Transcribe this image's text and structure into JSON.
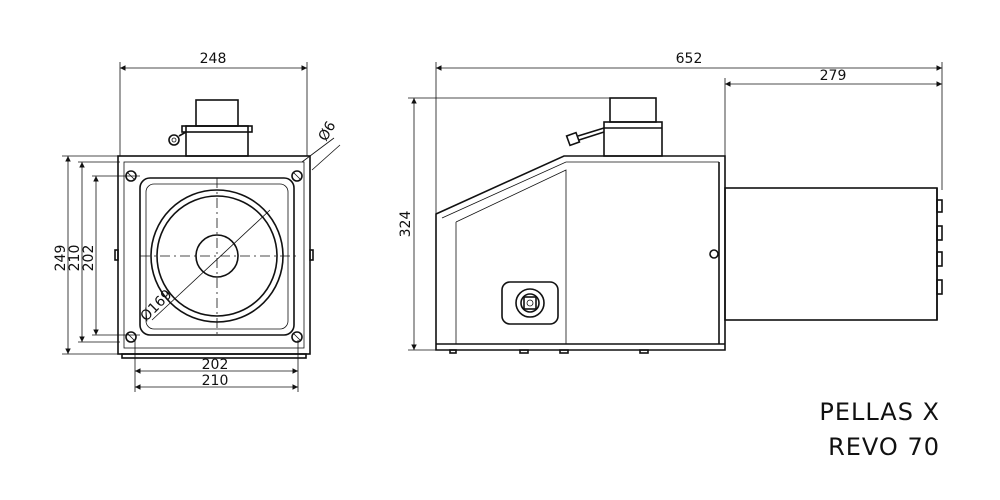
{
  "title": {
    "line1": "PELLAS X",
    "line2": "REVO 70"
  },
  "front_view": {
    "width_top": "248",
    "height_outer": "249",
    "height_mid": "210",
    "height_inner": "202",
    "bottom_inner": "202",
    "bottom_outer": "210",
    "diameter": "Ø169",
    "fitting": "Ø6"
  },
  "side_view": {
    "total_length": "652",
    "tube_length": "279",
    "height": "324"
  }
}
